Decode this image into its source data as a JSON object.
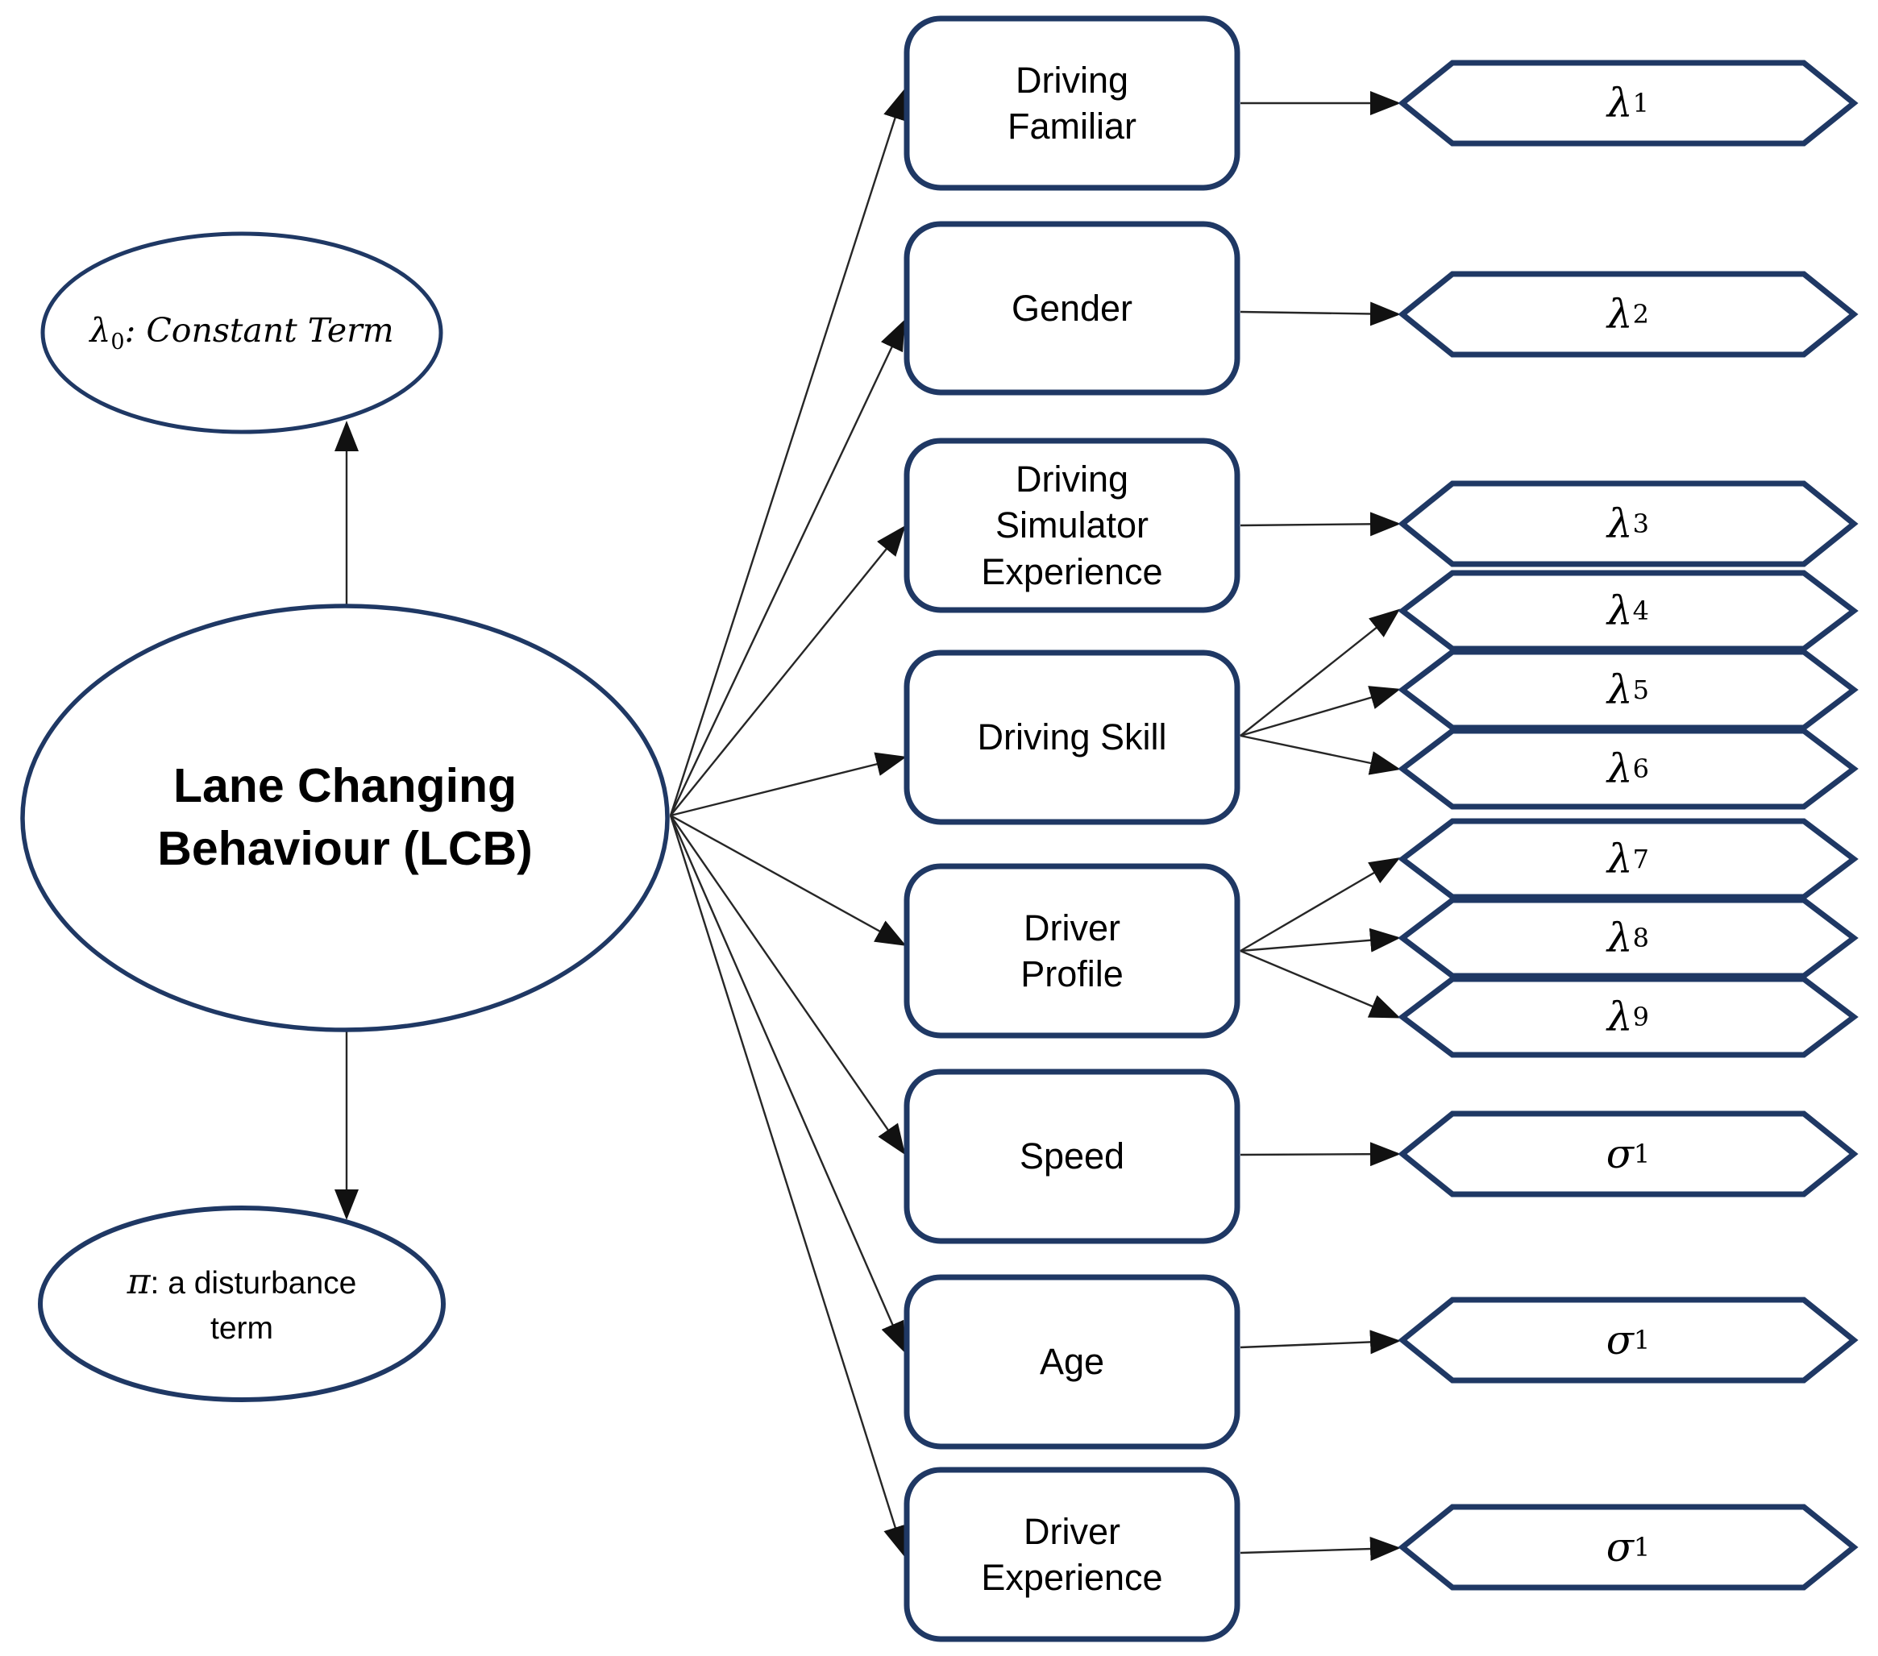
{
  "diagram": {
    "colors": {
      "outline": "#1f3864",
      "connector": "#262626",
      "arrowhead": "#111111",
      "text": "#000000",
      "background": "#ffffff"
    },
    "latent": {
      "constant": {
        "symbol": "λ",
        "sub": "0",
        "rest": ": Constant Term"
      },
      "lcb": {
        "lines": [
          "Lane Changing",
          "Behaviour (LCB)"
        ]
      },
      "disturbance": {
        "symbol": "π",
        "rest": ": a disturbance",
        "line2": "term"
      }
    },
    "indicators": [
      {
        "id": "driving-familiar",
        "lines": [
          "Driving",
          "Familiar"
        ]
      },
      {
        "id": "gender",
        "lines": [
          "Gender"
        ]
      },
      {
        "id": "driving-simulator-experience",
        "lines": [
          "Driving",
          "Simulator",
          "Experience"
        ]
      },
      {
        "id": "driving-skill",
        "lines": [
          "Driving Skill"
        ]
      },
      {
        "id": "driver-profile",
        "lines": [
          "Driver",
          "Profile"
        ]
      },
      {
        "id": "speed",
        "lines": [
          "Speed"
        ]
      },
      {
        "id": "age",
        "lines": [
          "Age"
        ]
      },
      {
        "id": "driver-experience",
        "lines": [
          "Driver",
          "Experience"
        ]
      }
    ],
    "loadings": [
      {
        "symbol": "λ",
        "sub": "1"
      },
      {
        "symbol": "λ",
        "sub": "2"
      },
      {
        "symbol": "λ",
        "sub": "3"
      },
      {
        "symbol": "λ",
        "sub": "4"
      },
      {
        "symbol": "λ",
        "sub": "5"
      },
      {
        "symbol": "λ",
        "sub": "6"
      },
      {
        "symbol": "λ",
        "sub": "7"
      },
      {
        "symbol": "λ",
        "sub": "8"
      },
      {
        "symbol": "λ",
        "sub": "9"
      },
      {
        "symbol": "σ",
        "sub": "1"
      },
      {
        "symbol": "σ",
        "sub": "1"
      },
      {
        "symbol": "σ",
        "sub": "1"
      }
    ],
    "edges": [
      {
        "from": "Lane Changing Behaviour (LCB)",
        "to": "λ0: Constant Term"
      },
      {
        "from": "Lane Changing Behaviour (LCB)",
        "to": "π: a disturbance term"
      },
      {
        "from": "Lane Changing Behaviour (LCB)",
        "to": "Driving Familiar"
      },
      {
        "from": "Lane Changing Behaviour (LCB)",
        "to": "Gender"
      },
      {
        "from": "Lane Changing Behaviour (LCB)",
        "to": "Driving Simulator Experience"
      },
      {
        "from": "Lane Changing Behaviour (LCB)",
        "to": "Driving Skill"
      },
      {
        "from": "Lane Changing Behaviour (LCB)",
        "to": "Driver Profile"
      },
      {
        "from": "Lane Changing Behaviour (LCB)",
        "to": "Speed"
      },
      {
        "from": "Lane Changing Behaviour (LCB)",
        "to": "Age"
      },
      {
        "from": "Lane Changing Behaviour (LCB)",
        "to": "Driver Experience"
      },
      {
        "from": "Driving Familiar",
        "to": "λ1"
      },
      {
        "from": "Gender",
        "to": "λ2"
      },
      {
        "from": "Driving Simulator Experience",
        "to": "λ3"
      },
      {
        "from": "Driving Skill",
        "to": "λ4"
      },
      {
        "from": "Driving Skill",
        "to": "λ5"
      },
      {
        "from": "Driving Skill",
        "to": "λ6"
      },
      {
        "from": "Driver Profile",
        "to": "λ7"
      },
      {
        "from": "Driver Profile",
        "to": "λ8"
      },
      {
        "from": "Driver Profile",
        "to": "λ9"
      },
      {
        "from": "Speed",
        "to": "σ1"
      },
      {
        "from": "Age",
        "to": "σ1"
      },
      {
        "from": "Driver Experience",
        "to": "σ1"
      }
    ]
  }
}
